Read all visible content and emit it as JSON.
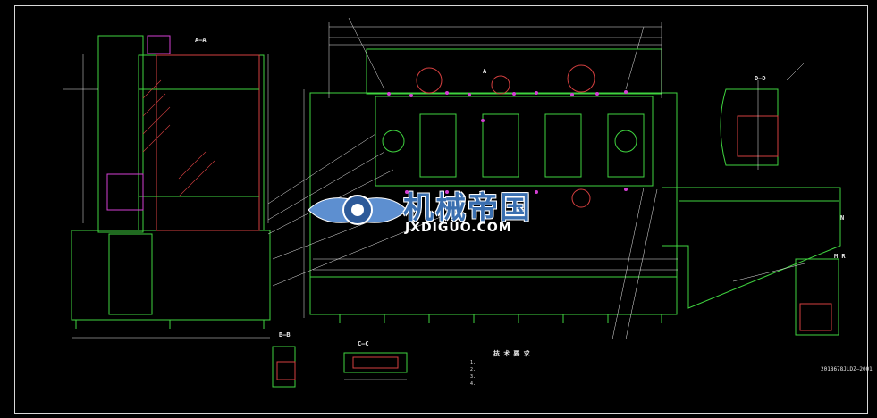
{
  "sections": {
    "aa": "A—A",
    "bb": "B—B",
    "cc": "C—C",
    "dd": "D—D",
    "mr": "M R",
    "n": "N",
    "a": "A"
  },
  "watermark": {
    "zh": "机械帝国",
    "en": "JXDIGUO.COM"
  },
  "tech_title": "技 术 要 求",
  "tech_notes": [
    "1.",
    "2.",
    "3.",
    "4."
  ],
  "drawing_number": "2018678JLDZ—2001",
  "colors": {
    "frame": "#d8d8d8",
    "part": "#3fd43f",
    "hatch": "#d43f3f",
    "highlight": "#d43fd4",
    "dim": "#e8e8e8",
    "watermark": "#3a6fb0"
  },
  "icons": [
    "gear-logo-icon",
    "wings-icon"
  ]
}
